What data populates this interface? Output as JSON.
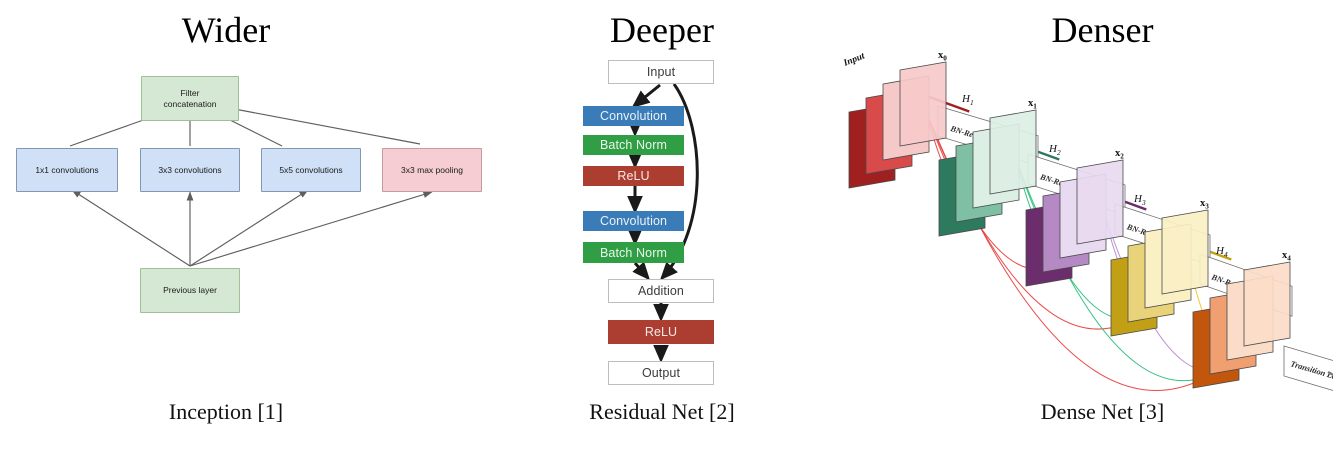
{
  "figure": {
    "panels": [
      {
        "id": "inception",
        "title": "Wider",
        "caption": "Inception [1]"
      },
      {
        "id": "resnet",
        "title": "Deeper",
        "caption": "Residual Net [2]"
      },
      {
        "id": "densenet",
        "title": "Denser",
        "caption": "Dense Net [3]"
      }
    ]
  },
  "inception": {
    "title": "Wider",
    "caption": "Inception [1]",
    "nodes": {
      "filter_concat": "Filter\nconcatenation",
      "filter_concat_line1": "Filter",
      "filter_concat_line2": "concatenation",
      "conv1x1": "1x1 convolutions",
      "conv3x3": "3x3 convolutions",
      "conv5x5": "5x5 convolutions",
      "maxpool": "3x3 max pooling",
      "previous": "Previous layer"
    },
    "colors": {
      "green_fill": "#d5e8d4",
      "green_stroke": "#9fbf96",
      "blue_fill": "#cfe0f7",
      "blue_stroke": "#8098b5",
      "red_fill": "#f5cdd2",
      "red_stroke": "#c79aa1",
      "arrow": "#5e5e5e"
    }
  },
  "resnet": {
    "title": "Deeper",
    "caption": "Residual Net [2]",
    "nodes": {
      "input": "Input",
      "conv1": "Convolution",
      "bn1": "Batch Norm",
      "relu1": "ReLU",
      "conv2": "Convolution",
      "bn2": "Batch Norm",
      "addition": "Addition",
      "relu2": "ReLU",
      "output": "Output"
    },
    "colors": {
      "conv": "#3a7cb8",
      "batch_norm": "#2f9e44",
      "relu": "#ac3e31",
      "plain_fill": "#ffffff",
      "plain_stroke": "#bdbdbd",
      "arrow": "#1a1a1a"
    }
  },
  "densenet": {
    "title": "Denser",
    "caption": "Dense Net [3]",
    "labels": {
      "input": "Input",
      "transition": "Transition Layer",
      "op": "BN-ReLU-Conv",
      "x": [
        "x",
        "x",
        "x",
        "x",
        "x"
      ],
      "x_subs": [
        "0",
        "1",
        "2",
        "3",
        "4"
      ],
      "h": [
        "H",
        "H",
        "H",
        "H"
      ],
      "h_subs": [
        "1",
        "2",
        "3",
        "4"
      ]
    },
    "blocks": [
      {
        "name": "x0",
        "label": "x",
        "sub": "0",
        "h_label": null,
        "h_sub": null,
        "dark": "#a01f1f",
        "mid": "#d94a4a",
        "light": "#f6c9c9",
        "curve": "#e8413f"
      },
      {
        "name": "x1",
        "label": "x",
        "sub": "1",
        "h_label": "H",
        "h_sub": "1",
        "dark": "#2e7a5e",
        "mid": "#7fbfa4",
        "light": "#dcefe4",
        "curve": "#2fbf7f"
      },
      {
        "name": "x2",
        "label": "x",
        "sub": "2",
        "h_label": "H",
        "h_sub": "2",
        "dark": "#6b2d6b",
        "mid": "#b58ac4",
        "light": "#e8daf0",
        "curve": "#b98ad0"
      },
      {
        "name": "x3",
        "label": "x",
        "sub": "3",
        "h_label": "H",
        "h_sub": "3",
        "dark": "#c2a015",
        "mid": "#e8d27a",
        "light": "#fbf0c4",
        "curve": "#f3c329"
      },
      {
        "name": "x4",
        "label": "x",
        "sub": "4",
        "h_label": "H",
        "h_sub": "4",
        "dark": "#c2560d",
        "mid": "#f0a070",
        "light": "#fbdcc8",
        "curve": "#e8762a"
      }
    ]
  }
}
